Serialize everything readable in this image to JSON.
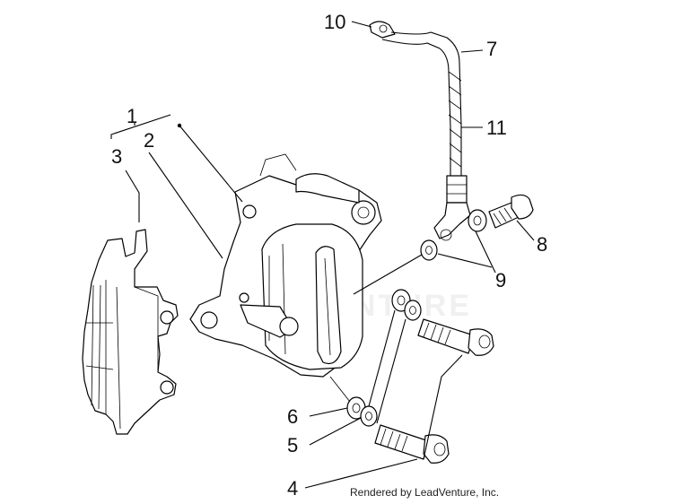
{
  "callouts": {
    "c1": "1",
    "c2": "2",
    "c3": "3",
    "c4": "4",
    "c5": "5",
    "c6": "6",
    "c7": "7",
    "c8": "8",
    "c9": "9",
    "c10": "10",
    "c11": "11"
  },
  "watermark": "LEADVENTURE",
  "credit": "Rendered by LeadVenture, Inc."
}
